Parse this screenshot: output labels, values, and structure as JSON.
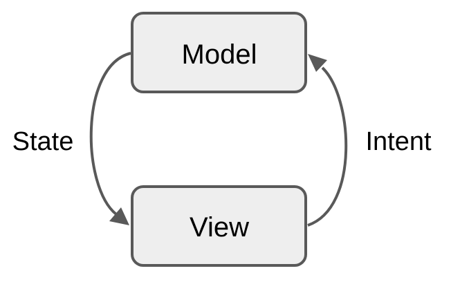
{
  "nodes": {
    "model": {
      "label": "Model"
    },
    "view": {
      "label": "View"
    }
  },
  "edges": {
    "state": {
      "label": "State",
      "from": "Model",
      "to": "View"
    },
    "intent": {
      "label": "Intent",
      "from": "View",
      "to": "Model"
    }
  },
  "colors": {
    "box_fill": "#eeeeee",
    "stroke": "#595959",
    "text": "#000000",
    "background": "#ffffff"
  }
}
